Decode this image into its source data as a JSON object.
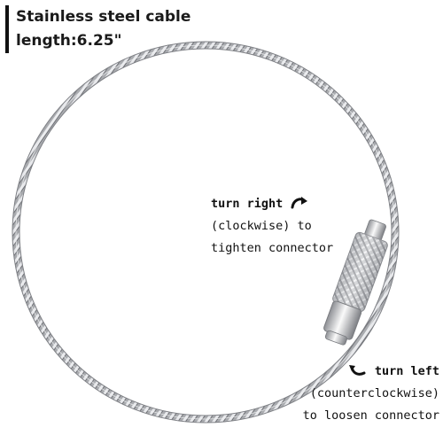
{
  "headline": {
    "line1": "Stainless steel cable",
    "line2": "length:6.25\""
  },
  "tighten_note": {
    "title": "turn right",
    "line2": "(clockwise) to",
    "line3": "tighten connector",
    "icon": "clockwise-arrow-icon"
  },
  "loosen_note": {
    "title": "turn left",
    "line2": "(counterclockwise)",
    "line3": "to loosen connector",
    "icon": "counterclockwise-arrow-icon"
  },
  "colors": {
    "background": "#ffffff",
    "cable": "#9a9ca0",
    "cable_highlight": "#e6e7ea",
    "text": "#111111"
  }
}
